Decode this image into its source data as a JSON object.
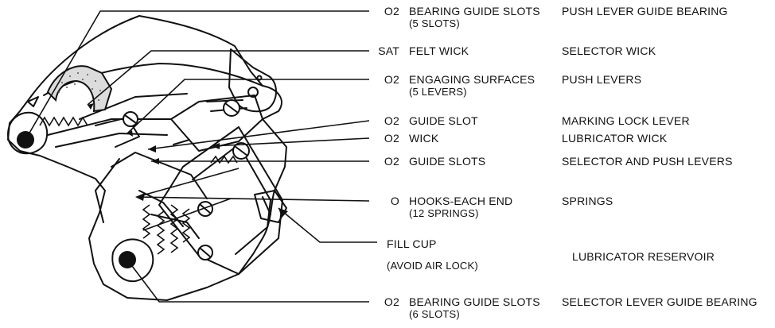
{
  "callouts": [
    {
      "code": "O2",
      "description": "BEARING GUIDE SLOTS",
      "detail": "(5 SLOTS)",
      "component": "PUSH LEVER GUIDE BEARING"
    },
    {
      "code": "SAT",
      "description": "FELT WICK",
      "detail": "",
      "component": "SELECTOR WICK"
    },
    {
      "code": "O2",
      "description": "ENGAGING SURFACES",
      "detail": "(5 LEVERS)",
      "component": "PUSH LEVERS"
    },
    {
      "code": "O2",
      "description": "GUIDE SLOT",
      "detail": "",
      "component": "MARKING LOCK LEVER"
    },
    {
      "code": "O2",
      "description": "WICK",
      "detail": "",
      "component": "LUBRICATOR WICK"
    },
    {
      "code": "O2",
      "description": "GUIDE SLOTS",
      "detail": "",
      "component": "SELECTOR AND PUSH LEVERS"
    },
    {
      "code": "O",
      "description": "HOOKS-EACH END",
      "detail": "(12 SPRINGS)",
      "component": "SPRINGS"
    },
    {
      "code": "",
      "description": "FILL CUP",
      "detail": "(AVOID AIR LOCK)",
      "component": "LUBRICATOR RESERVOIR"
    },
    {
      "code": "O2",
      "description": "BEARING GUIDE SLOTS",
      "detail": "(6 SLOTS)",
      "component": "SELECTOR LEVER GUIDE BEARING"
    }
  ],
  "colors": {
    "ink": "#111111",
    "paper": "#ffffff",
    "speckle": "#555555"
  }
}
